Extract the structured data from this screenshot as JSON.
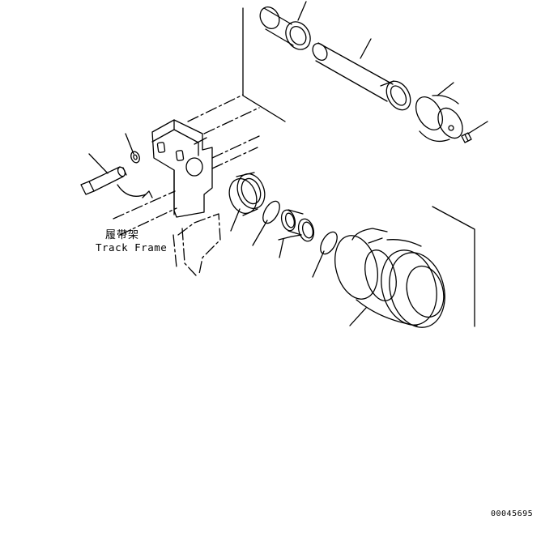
{
  "labels": {
    "frame_cn": "履带架",
    "frame_en": "Track Frame"
  },
  "drawing_number": "00045695",
  "colors": {
    "line": "#000000",
    "background": "#ffffff"
  }
}
